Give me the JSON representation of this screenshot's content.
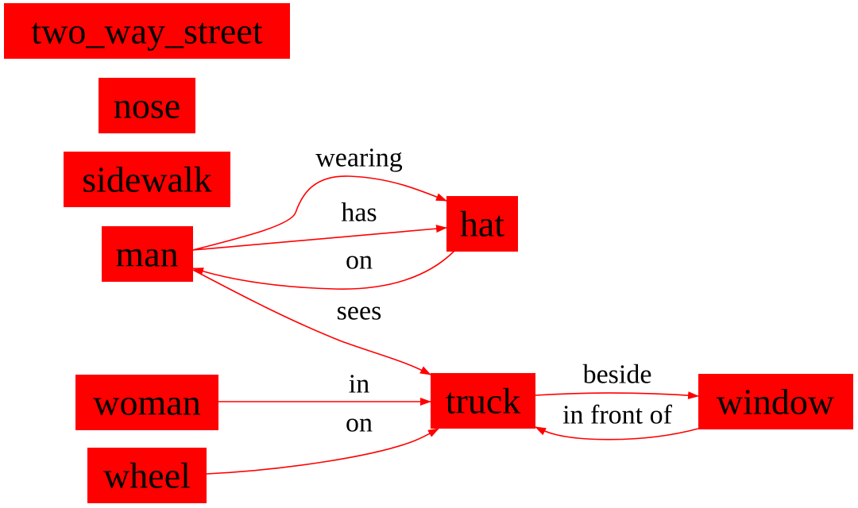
{
  "colors": {
    "node_fill": "#ff0000",
    "edge": "#ff0000",
    "text": "#000000"
  },
  "nodes": {
    "two_way_street": "two_way_street",
    "nose": "nose",
    "sidewalk": "sidewalk",
    "man": "man",
    "hat": "hat",
    "woman": "woman",
    "truck": "truck",
    "window": "window",
    "wheel": "wheel"
  },
  "edges": [
    {
      "from": "man",
      "to": "hat",
      "label": "wearing"
    },
    {
      "from": "man",
      "to": "hat",
      "label": "has"
    },
    {
      "from": "hat",
      "to": "man",
      "label": "on"
    },
    {
      "from": "man",
      "to": "truck",
      "label": "sees"
    },
    {
      "from": "woman",
      "to": "truck",
      "label": "in"
    },
    {
      "from": "wheel",
      "to": "truck",
      "label": "on"
    },
    {
      "from": "truck",
      "to": "window",
      "label": "beside"
    },
    {
      "from": "window",
      "to": "truck",
      "label": "in front of"
    }
  ]
}
